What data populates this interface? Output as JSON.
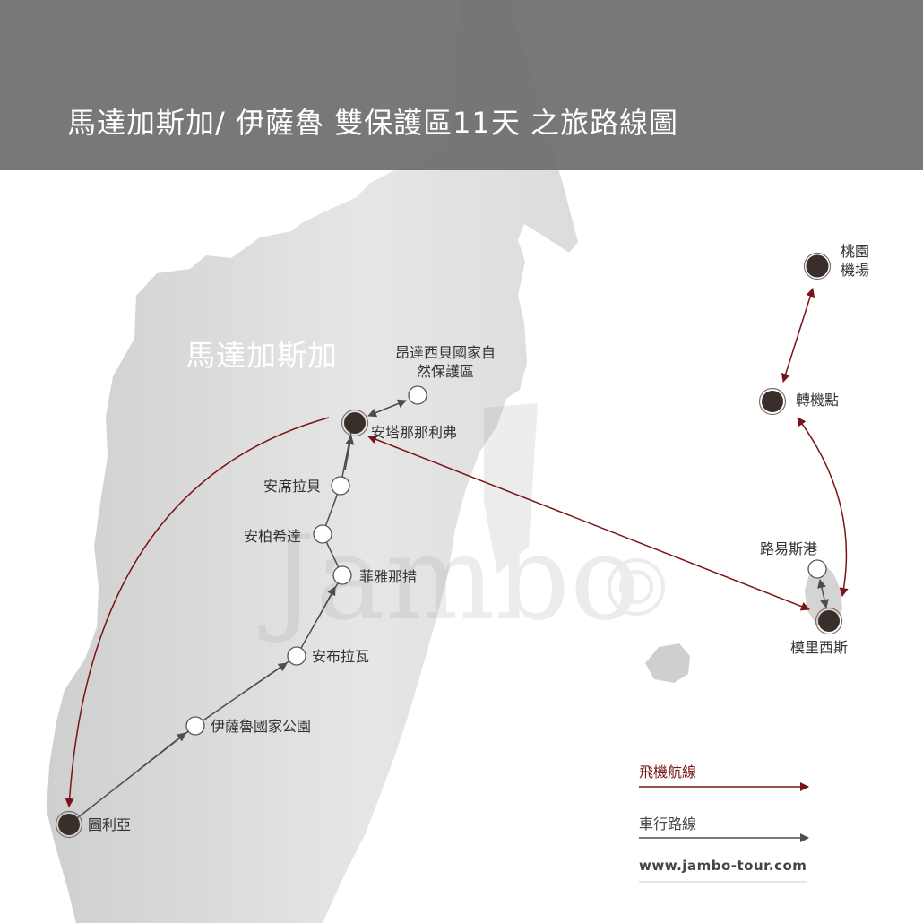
{
  "title": "馬達加斯加/ 伊薩魯 雙保護區11天 之旅路線圖",
  "country_label": "馬達加斯加",
  "places": {
    "taoyuan": "桃園機場",
    "transfer": "轉機點",
    "port_louis": "路易斯港",
    "mauritius": "模里西斯",
    "ankarafantsika": "昂達西貝國家自然保護區",
    "antananarivo": "安塔那那利弗",
    "antsirabe": "安席拉貝",
    "ambositra": "安柏希達",
    "fianarantsoa": "菲雅那措",
    "ambalavao": "安布拉瓦",
    "isalo": "伊薩魯國家公園",
    "tulear": "圖利亞"
  },
  "legend": {
    "flight_label": "飛機航線",
    "drive_label": "車行路線",
    "url": "www.jambo-tour.com",
    "flight_color": "#7a1418",
    "drive_color": "#4d4d4d"
  },
  "colors": {
    "header_bg": "#6e6e6e",
    "island": "#d9d9d9",
    "hub_fill": "#3a2e2a",
    "stop_fill": "#ffffff"
  }
}
